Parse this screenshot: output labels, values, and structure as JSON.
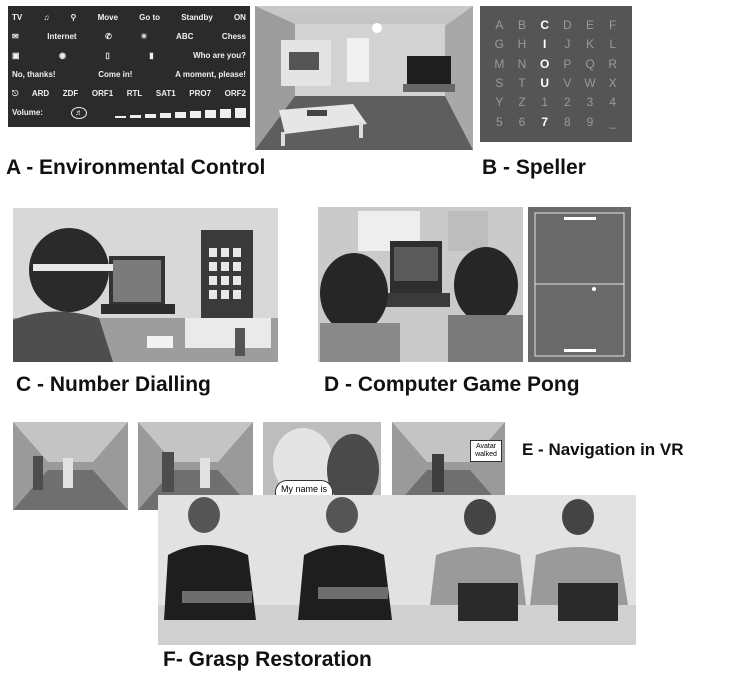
{
  "panels": {
    "a": {
      "caption": "A - Environmental Control",
      "controls": {
        "row1": [
          "TV",
          "Move",
          "Go to",
          "Standby",
          "ON"
        ],
        "row2": [
          "Internet",
          "ABC",
          "Chess"
        ],
        "row3": [
          "Who are you?"
        ],
        "row4": [
          "No, thanks!",
          "Come in!",
          "A moment, please!"
        ],
        "row5": [
          "ARD",
          "ZDF",
          "ORF1",
          "RTL",
          "SAT1",
          "PRO7",
          "ORF2"
        ],
        "volume_label": "Volume:"
      }
    },
    "b": {
      "caption": "B - Speller",
      "grid": [
        "A",
        "B",
        "C",
        "D",
        "E",
        "F",
        "G",
        "H",
        "I",
        "J",
        "K",
        "L",
        "M",
        "N",
        "O",
        "P",
        "Q",
        "R",
        "S",
        "T",
        "U",
        "V",
        "W",
        "X",
        "Y",
        "Z",
        "1",
        "2",
        "3",
        "4",
        "5",
        "6",
        "7",
        "8",
        "9",
        "_"
      ],
      "highlighted": [
        "C",
        "I",
        "O",
        "U",
        "7"
      ]
    },
    "c": {
      "caption": "C - Number Dialling"
    },
    "d": {
      "caption": "D - Computer Game Pong"
    },
    "e": {
      "caption": "E - Navigation in VR",
      "bubble1": "My name is Maggie!",
      "bubble2": "Avatar walked"
    },
    "f": {
      "caption": "F- Grasp Restoration"
    }
  },
  "colors": {
    "control_bg": "#2b2b2b",
    "speller_bg": "#555555",
    "pong_bg": "#6a6a6a"
  }
}
